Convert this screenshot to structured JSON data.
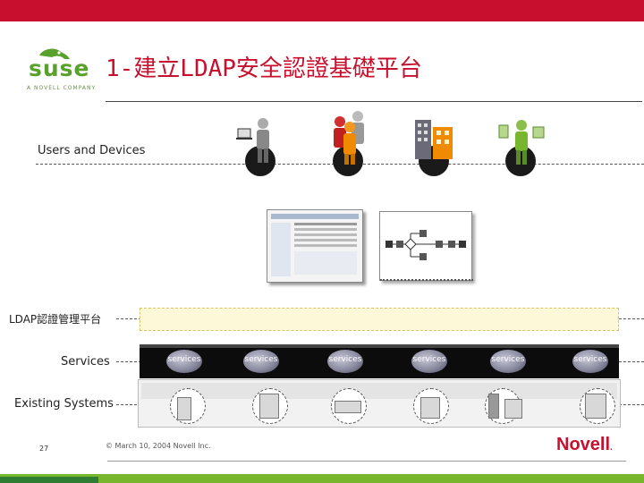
{
  "header": {
    "logo_text": "suse",
    "logo_sub": "A NOVELL COMPANY",
    "title": "1-建立LDAP安全認證基礎平台"
  },
  "rows": {
    "users_label": "Users and Devices",
    "ldap_label": "LDAP認證管理平台",
    "services_label": "Services",
    "systems_label": "Existing Systems"
  },
  "services": [
    "services",
    "services",
    "services",
    "services",
    "services",
    "services"
  ],
  "footer": {
    "page_number": "27",
    "copyright": "© March 10, 2004 Novell Inc.",
    "brand": "Novell",
    "brand_mark": "."
  },
  "colors": {
    "accent_red": "#c8102e",
    "accent_green": "#78b62e"
  }
}
